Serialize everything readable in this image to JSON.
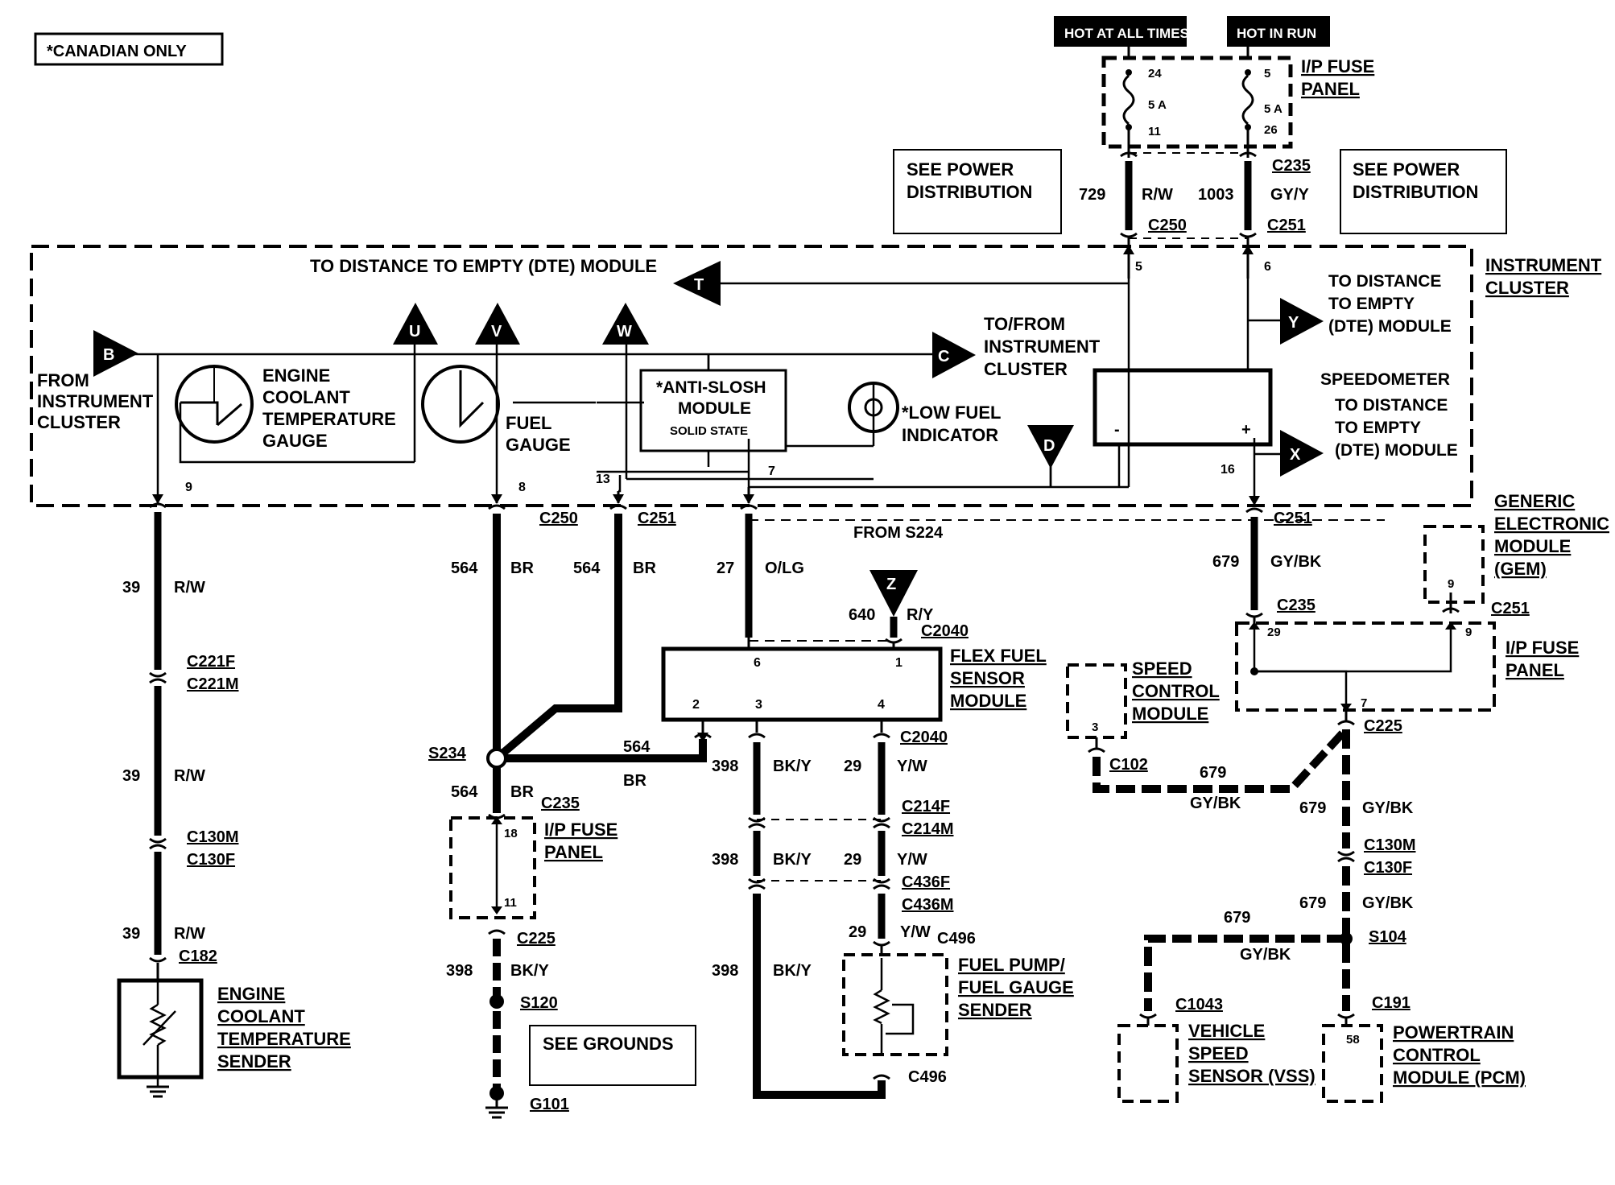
{
  "note_box": {
    "text": "*CANADIAN ONLY"
  },
  "power": {
    "hot_all": "HOT AT ALL TIMES",
    "hot_run": "HOT IN RUN",
    "fuse_left_top": "24",
    "fuse_left_rating": "5 A",
    "fuse_left_bottom": "11",
    "fuse_right_top": "5",
    "fuse_right_rating": "5 A",
    "fuse_right_bottom": "26"
  },
  "labels": {
    "ip_fuse_panel_1": "I/P FUSE",
    "ip_fuse_panel_2": "PANEL",
    "see_power_1a": "SEE POWER",
    "see_power_1b": "DISTRIBUTION",
    "see_power_2a": "SEE POWER",
    "see_power_2b": "DISTRIBUTION",
    "c235_top": "C235",
    "w729": "729",
    "rw_top": "R/W",
    "w1003": "1003",
    "gyy": "GY/Y",
    "c250_top": "C250",
    "c251_top": "C251",
    "instrument_cluster_1": "INSTRUMENT",
    "instrument_cluster_2": "CLUSTER",
    "dte_top": "TO DISTANCE TO EMPTY (DTE) MODULE",
    "pin5": "5",
    "pin6": "6",
    "to_dte_y_1": "TO DISTANCE",
    "to_dte_y_2": "TO EMPTY",
    "to_dte_y_3": "(DTE) MODULE",
    "speedometer": "SPEEDOMETER",
    "to_dte_x_1": "TO DISTANCE",
    "to_dte_x_2": "TO EMPTY",
    "to_dte_x_3": "(DTE) MODULE",
    "from_ic_1": "FROM",
    "from_ic_2": "INSTRUMENT",
    "from_ic_3": "CLUSTER",
    "ect_gauge_1": "ENGINE",
    "ect_gauge_2": "COOLANT",
    "ect_gauge_3": "TEMPERATURE",
    "ect_gauge_4": "GAUGE",
    "fuel_gauge_1": "FUEL",
    "fuel_gauge_2": "GAUGE",
    "anti_slosh_1": "*ANTI-SLOSH",
    "anti_slosh_2": "MODULE",
    "anti_slosh_3": "SOLID STATE",
    "tofrom_1": "TO/FROM",
    "tofrom_2": "INSTRUMENT",
    "tofrom_3": "CLUSTER",
    "low_fuel_1": "*LOW FUEL",
    "low_fuel_2": "INDICATOR",
    "minus": "-",
    "plus": "+",
    "p9": "9",
    "p8": "8",
    "p13": "13",
    "p7": "7",
    "p16": "16",
    "c250_a": "C250",
    "c251_a": "C251",
    "c251_b": "C251",
    "from_s224": "FROM S224",
    "w39a": "39",
    "rw_a": "R/W",
    "c221f": "C221F",
    "c221m": "C221M",
    "w39b": "39",
    "rw_b": "R/W",
    "c130m_l": "C130M",
    "c130f_l": "C130F",
    "w39c": "39",
    "rw_c": "R/W",
    "c182": "C182",
    "ects_1": "ENGINE",
    "ects_2": "COOLANT",
    "ects_3": "TEMPERATURE",
    "ects_4": "SENDER",
    "w564a": "564",
    "br_a": "BR",
    "w564b": "564",
    "br_b": "BR",
    "s234": "S234",
    "w564c": "564",
    "br_c": "BR",
    "w564d": "564",
    "br_d": "BR",
    "c235_m": "C235",
    "ipfp_m_1": "I/P FUSE",
    "ipfp_m_2": "PANEL",
    "p18": "18",
    "p11": "11",
    "c225_m": "C225",
    "w398a": "398",
    "bky_a": "BK/Y",
    "s120": "S120",
    "see_grounds": "SEE GROUNDS",
    "g101": "G101",
    "w27": "27",
    "olg": "O/LG",
    "w640": "640",
    "ry": "R/Y",
    "c2040_a": "C2040",
    "ffsm_1": "FLEX FUEL",
    "ffsm_2": "SENSOR",
    "ffsm_3": "MODULE",
    "fp6": "6",
    "fp1": "1",
    "fp2": "2",
    "fp3": "3",
    "fp4": "4",
    "c2040_b": "C2040",
    "w398b": "398",
    "bky_b": "BK/Y",
    "w29a": "29",
    "yw_a": "Y/W",
    "c214f": "C214F",
    "c214m": "C214M",
    "w398c": "398",
    "bky_c": "BK/Y",
    "w29b": "29",
    "yw_b": "Y/W",
    "c436f": "C436F",
    "c436m": "C436M",
    "w29c": "29",
    "yw_c": "Y/W",
    "c496_a": "C496",
    "w398d": "398",
    "bky_d": "BK/Y",
    "fpgs_1": "FUEL PUMP/",
    "fpgs_2": "FUEL GAUGE",
    "fpgs_3": "SENDER",
    "c496_b": "C496",
    "w679a": "679",
    "gybk_a": "GY/BK",
    "c235_r": "C235",
    "p29": "29",
    "p9r": "9",
    "gem_1": "GENERIC",
    "gem_2": "ELECTRONIC",
    "gem_3": "MODULE",
    "gem_4": "(GEM)",
    "gem_pin": "9",
    "c251_r": "C251",
    "ipfp_r_1": "I/P FUSE",
    "ipfp_r_2": "PANEL",
    "p7r": "7",
    "scm_1": "SPEED",
    "scm_2": "CONTROL",
    "scm_3": "MODULE",
    "scm_pin": "3",
    "c102": "C102",
    "w679b": "679",
    "gybk_b": "GY/BK",
    "c225_r": "C225",
    "w679c": "679",
    "gybk_c": "GY/BK",
    "c130m_r": "C130M",
    "c130f_r": "C130F",
    "w679d": "679",
    "gybk_d": "GY/BK",
    "w679e": "679",
    "s104": "S104",
    "gybk_e": "GY/BK",
    "c1043": "C1043",
    "c191": "C191",
    "vss_1": "VEHICLE",
    "vss_2": "SPEED",
    "vss_3": "SENSOR (VSS)",
    "pcm_1": "POWERTRAIN",
    "pcm_2": "CONTROL",
    "pcm_3": "MODULE (PCM)",
    "pcm_pin": "58"
  },
  "markers": {
    "B": "B",
    "U": "U",
    "V": "V",
    "W": "W",
    "T": "T",
    "C": "C",
    "D": "D",
    "Y": "Y",
    "X": "X",
    "Z": "Z"
  }
}
